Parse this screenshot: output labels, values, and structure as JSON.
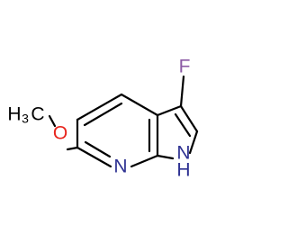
{
  "molecule": {
    "atoms": {
      "fluorine": "F",
      "oxygen": "O",
      "ring_nitrogen": "N",
      "nh_nitrogen": "N",
      "nh_hydrogen": "H",
      "methyl_h": "H",
      "methyl_sub": "3",
      "methyl_c": "C"
    },
    "colors": {
      "bond": "#000000",
      "fluorine": "#8b5aa5",
      "oxygen": "#e8251d",
      "nitrogen": "#2e3192",
      "carbon": "#000000"
    }
  }
}
